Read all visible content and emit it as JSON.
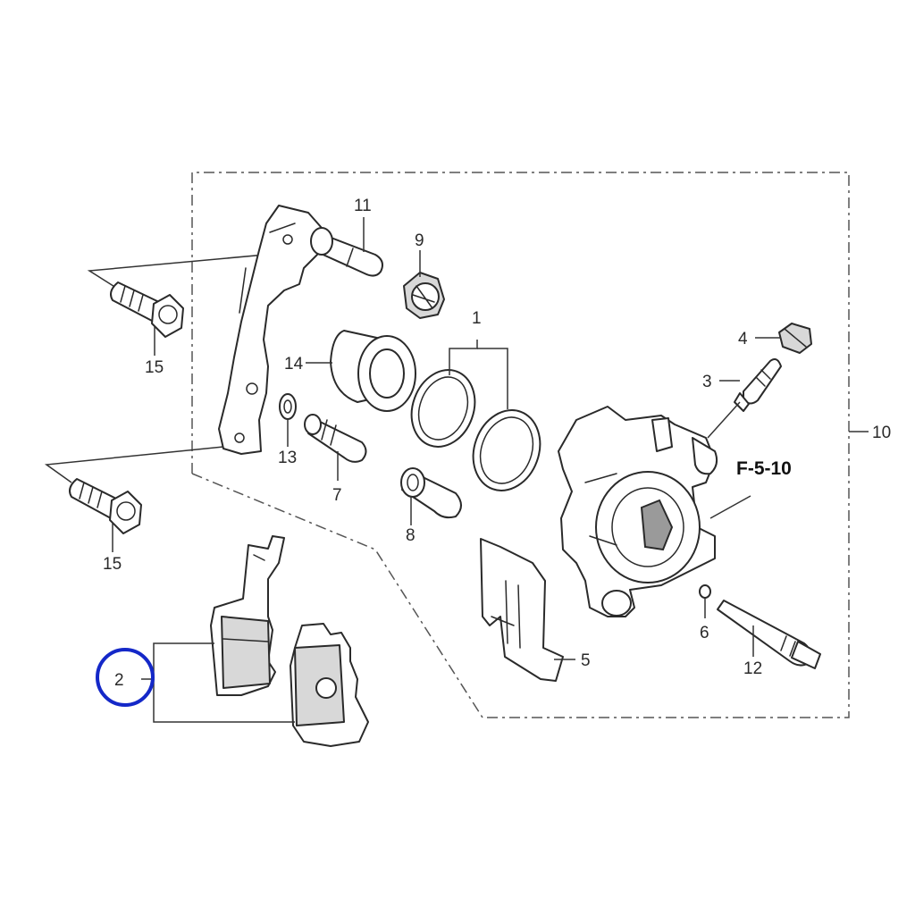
{
  "callouts": {
    "p1": "1",
    "p2": "2",
    "p3": "3",
    "p4": "4",
    "p5": "5",
    "p6": "6",
    "p7": "7",
    "p8": "8",
    "p9": "9",
    "p10": "10",
    "p11": "11",
    "p12": "12",
    "p13": "13",
    "p14": "14",
    "p15_upper": "15",
    "p15_lower": "15"
  },
  "reference_label": "F-5-10",
  "colors": {
    "highlight_circle": "#1428c8",
    "line": "#2a2a2a"
  }
}
